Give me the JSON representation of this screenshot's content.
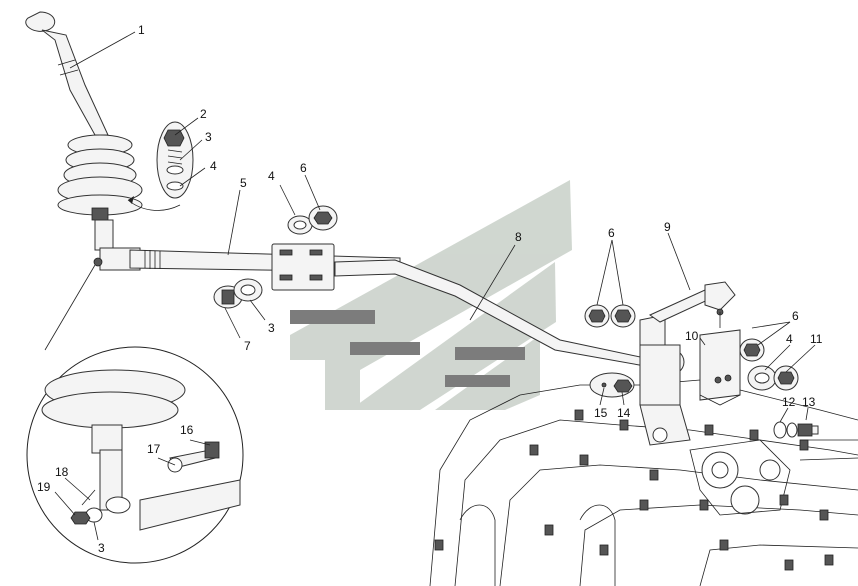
{
  "title": "",
  "callouts": [
    {
      "id": "c1",
      "text": "1"
    },
    {
      "id": "c2",
      "text": "2"
    },
    {
      "id": "c3a",
      "text": "3"
    },
    {
      "id": "c4a",
      "text": "4"
    },
    {
      "id": "c5",
      "text": "5"
    },
    {
      "id": "c4b",
      "text": "4"
    },
    {
      "id": "c6a",
      "text": "6"
    },
    {
      "id": "c8",
      "text": "8"
    },
    {
      "id": "c3b",
      "text": "3"
    },
    {
      "id": "c7",
      "text": "7"
    },
    {
      "id": "c6b",
      "text": "6"
    },
    {
      "id": "c9",
      "text": "9"
    },
    {
      "id": "c10",
      "text": "10"
    },
    {
      "id": "c6c",
      "text": "6"
    },
    {
      "id": "c4c",
      "text": "4"
    },
    {
      "id": "c11",
      "text": "11"
    },
    {
      "id": "c15",
      "text": "15"
    },
    {
      "id": "c14",
      "text": "14"
    },
    {
      "id": "c12",
      "text": "12"
    },
    {
      "id": "c13",
      "text": "13"
    },
    {
      "id": "c16",
      "text": "16"
    },
    {
      "id": "c17",
      "text": "17"
    },
    {
      "id": "c18",
      "text": "18"
    },
    {
      "id": "c19",
      "text": "19"
    },
    {
      "id": "c3c",
      "text": "3"
    }
  ],
  "watermark": {
    "color": "#c8d0c8"
  }
}
